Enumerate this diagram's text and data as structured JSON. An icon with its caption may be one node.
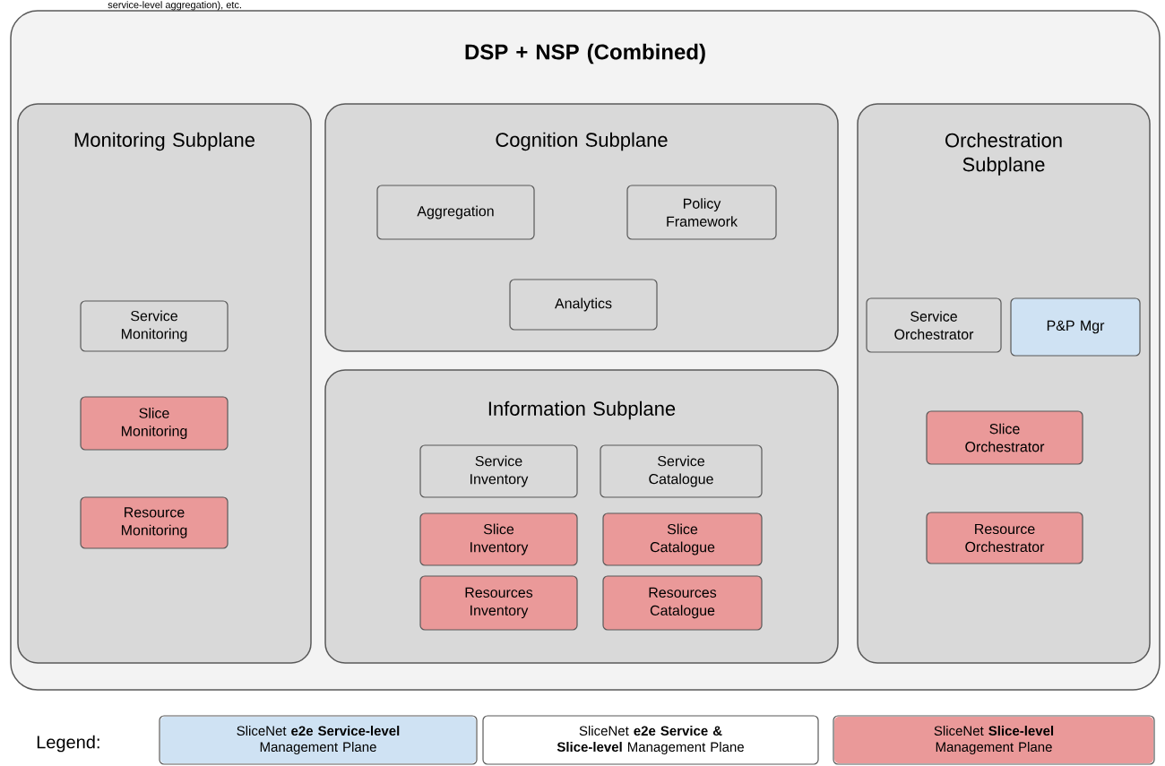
{
  "diagram": {
    "nodes": [
      {
        "text": [
          "DSP + NSP (Combined)"
        ]
      },
      {
        "text": [
          "Monitoring Subplane"
        ],
        "in": 0
      },
      {
        "text": [
          "Service Monitoring"
        ],
        "in": 1
      },
      {
        "text": [
          "Slice Monitoring"
        ],
        "in": 1
      },
      {
        "text": [
          "Resource Monitoring"
        ],
        "in": 1
      },
      {
        "text": [
          "Cognition Subplane"
        ],
        "in": 0
      },
      {
        "text": [
          "Aggregation"
        ],
        "in": 5
      },
      {
        "text": [
          "Policy Framework"
        ],
        "in": 5
      },
      {
        "text": [
          "Analytics"
        ],
        "in": 5
      },
      {
        "text": [
          "Information Subplane"
        ],
        "in": 0
      },
      {
        "text": [
          "Service Inventory"
        ],
        "in": 9
      },
      {
        "text": [
          "Service Catalogue"
        ],
        "in": 9
      },
      {
        "text": [
          "Slice Inventory"
        ],
        "in": 9
      },
      {
        "text": [
          "Slice Catalogue"
        ],
        "in": 9
      },
      {
        "text": [
          "Resources Inventory"
        ],
        "in": 9
      },
      {
        "text": [
          "Resources Catalogue"
        ],
        "in": 9
      },
      {
        "text": [
          "Orchestration Subplane"
        ],
        "in": 0
      },
      {
        "text": [
          "Service Orchestrator"
        ],
        "in": 16
      },
      {
        "text": [
          "P&P Mgr"
        ],
        "in": 16
      },
      {
        "text": [
          "Slice Orchestrator"
        ],
        "in": 16
      },
      {
        "text": [
          "Resource Orchestrator"
        ],
        "in": 16
      }
    ],
    "labels": [
      "service-level aggregation), etc.",
      "Legend:"
    ],
    "legend": [
      {
        "text": "SliceNet **e2e Service-level** Management Plane",
        "color": "#cfe2f3"
      },
      {
        "text": "SliceNet **e2e Service & Slice-level** Management Plane"
      },
      {
        "text": "SliceNet **Slice-level** Management Plane",
        "color": "#ea9999"
      }
    ]
  }
}
